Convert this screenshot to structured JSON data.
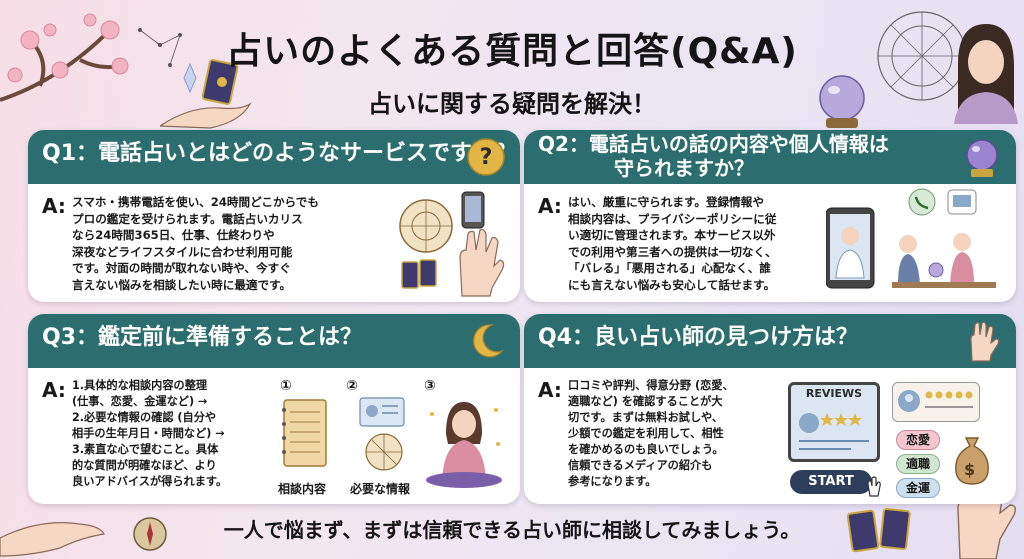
{
  "header": {
    "title": "占いのよくある質問と回答(Q&A)",
    "subtitle": "占いに関する疑問を解決！"
  },
  "answer_label": "A:",
  "cards": [
    {
      "question": "Q1：電話占いとはどのようなサービスですか？",
      "answer_lines": [
        "スマホ・携帯電話を使い、24時間どこからでも",
        "プロの鑑定を受けられます。電話占いカリス",
        "なら24時間365日、仕事、仕終わりや",
        "深夜などライフスタイルに合わせ利用可能",
        "です。対面の時間が取れない時や、今すぐ",
        "言えない悩みを相談したい時に最適です。"
      ],
      "icon": "question-mark-icon"
    },
    {
      "question_lines": [
        "Q2：電話占いの話の内容や個人情報は",
        "守られますか？"
      ],
      "answer_lines": [
        "はい、厳重に守られます。登録情報や",
        "相談内容は、プライバシーポリシーに従",
        "い適切に管理されます。本サービス以外",
        "での利用や第三者への提供は一切なく、",
        "「バレる」「悪用される」心配なく、誰",
        "にも言えない悩みも安心して話せます。"
      ],
      "icon": "crystal-ball-icon"
    },
    {
      "question": "Q3：鑑定前に準備することは？",
      "answer_lines": [
        "1.具体的な相談内容の整理",
        "(仕事、恋愛、金運など) →",
        "2.必要な情報の確認 (自分や",
        "相手の生年月日・時間など) →",
        "3.素直な心で望むこと。具体",
        "的な質問が明確なほど、より",
        "良いアドバイスが得られます。"
      ],
      "steps": [
        "①",
        "②",
        "③"
      ],
      "step_labels": [
        "相談内容",
        "必要な情報"
      ],
      "icon": "crescent-moon-icon"
    },
    {
      "question": "Q4：良い占い師の見つけ方は？",
      "answer_lines": [
        "口コミや評判、得意分野 (恋愛、",
        "適職など) を確認することが大",
        "切です。まずは無料お試しや、",
        "少額での鑑定を利用して、相性",
        "を確かめるのも良いでしょう。",
        "信頼できるメディアの紹介も",
        "参考になります。"
      ],
      "reviews_label": "REVIEWS",
      "start_label": "START",
      "tags": [
        "恋愛",
        "適職",
        "金運"
      ],
      "money_symbol": "$",
      "icon": "palm-hand-icon"
    }
  ],
  "footer": {
    "message": "一人で悩まず、まずは信頼できる占い師に相談してみましょう。"
  },
  "colors": {
    "header_teal": "#2c6e70",
    "accent_gold": "#e1b646",
    "tag_pink": "#f3c6cf",
    "tag_green": "#cfe6cf",
    "tag_blue": "#cde0ee"
  }
}
